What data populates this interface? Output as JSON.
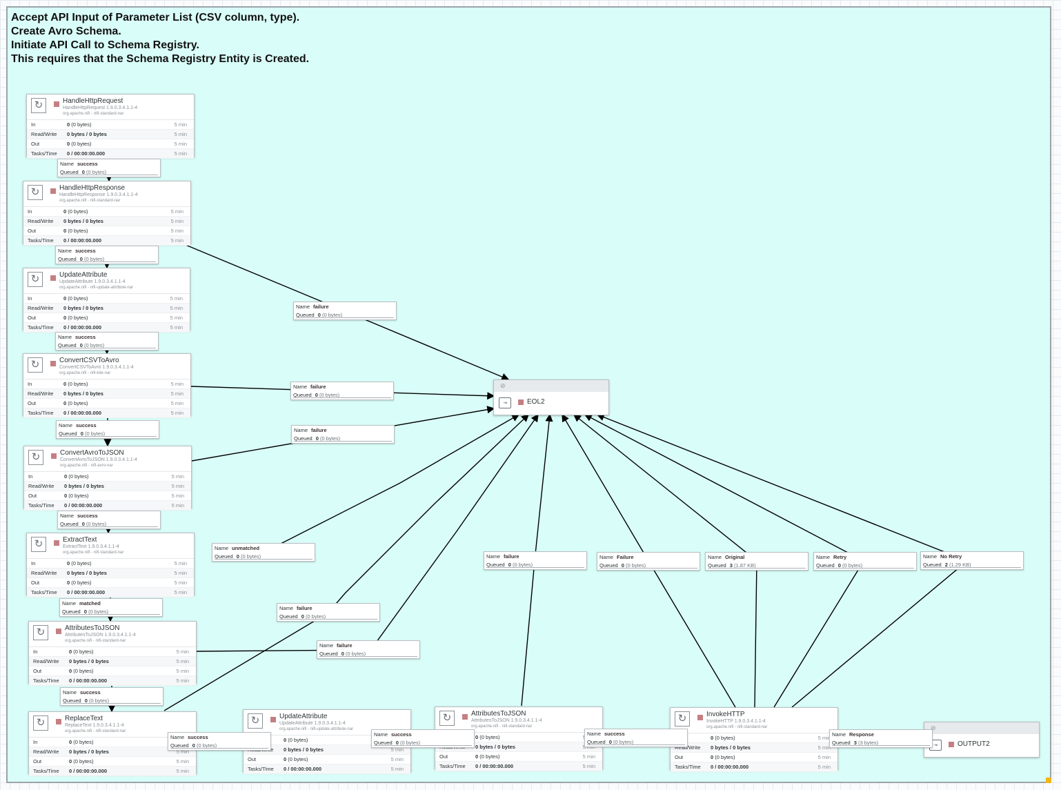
{
  "group": {
    "label_lines": [
      "Accept API Input of Parameter List (CSV column, type).",
      "Create Avro Schema.",
      "Initiate API Call to Schema Registry.",
      "This requires that the Schema Registry Entity is Created."
    ]
  },
  "stat_labels": {
    "in": "In",
    "rw": "Read/Write",
    "out": "Out",
    "tasks": "Tasks/Time",
    "window": "5 min"
  },
  "conn_labels": {
    "name": "Name",
    "queued": "Queued"
  },
  "processors": [
    {
      "name": "HandleHttpRequest",
      "type": "HandleHttpRequest 1.9.0.3.4.1.1-4",
      "bundle": "org.apache.nifi - nifi-standard-nar",
      "in_count": "0",
      "in_size": "(0 bytes)",
      "rw": "0 bytes / 0 bytes",
      "out_count": "0",
      "out_size": "(0 bytes)",
      "tasks": "0 / 00:00:00.000"
    },
    {
      "name": "HandleHttpResponse",
      "type": "HandleHttpResponse 1.9.0.3.4.1.1-4",
      "bundle": "org.apache.nifi - nifi-standard-nar",
      "in_count": "0",
      "in_size": "(0 bytes)",
      "rw": "0 bytes / 0 bytes",
      "out_count": "0",
      "out_size": "(0 bytes)",
      "tasks": "0 / 00:00:00.000"
    },
    {
      "name": "UpdateAttribute",
      "type": "UpdateAttribute 1.9.0.3.4.1.1-4",
      "bundle": "org.apache.nifi - nifi-update-attribute-nar",
      "in_count": "0",
      "in_size": "(0 bytes)",
      "rw": "0 bytes / 0 bytes",
      "out_count": "0",
      "out_size": "(0 bytes)",
      "tasks": "0 / 00:00:00.000"
    },
    {
      "name": "ConvertCSVToAvro",
      "type": "ConvertCSVToAvro 1.9.0.3.4.1.1-4",
      "bundle": "org.apache.nifi - nifi-kite-nar",
      "in_count": "0",
      "in_size": "(0 bytes)",
      "rw": "0 bytes / 0 bytes",
      "out_count": "0",
      "out_size": "(0 bytes)",
      "tasks": "0 / 00:00:00.000"
    },
    {
      "name": "ConvertAvroToJSON",
      "type": "ConvertAvroToJSON 1.9.0.3.4.1.1-4",
      "bundle": "org.apache.nifi - nifi-avro-nar",
      "in_count": "0",
      "in_size": "(0 bytes)",
      "rw": "0 bytes / 0 bytes",
      "out_count": "0",
      "out_size": "(0 bytes)",
      "tasks": "0 / 00:00:00.000"
    },
    {
      "name": "ExtractText",
      "type": "ExtractText 1.9.0.3.4.1.1-4",
      "bundle": "org.apache.nifi - nifi-standard-nar",
      "in_count": "0",
      "in_size": "(0 bytes)",
      "rw": "0 bytes / 0 bytes",
      "out_count": "0",
      "out_size": "(0 bytes)",
      "tasks": "0 / 00:00:00.000"
    },
    {
      "name": "AttributesToJSON",
      "type": "AttributesToJSON 1.9.0.3.4.1.1-4",
      "bundle": "org.apache.nifi - nifi-standard-nar",
      "in_count": "0",
      "in_size": "(0 bytes)",
      "rw": "0 bytes / 0 bytes",
      "out_count": "0",
      "out_size": "(0 bytes)",
      "tasks": "0 / 00:00:00.000"
    },
    {
      "name": "ReplaceText",
      "type": "ReplaceText 1.9.0.3.4.1.1-4",
      "bundle": "org.apache.nifi - nifi-standard-nar",
      "in_count": "0",
      "in_size": "(0 bytes)",
      "rw": "0 bytes / 0 bytes",
      "out_count": "0",
      "out_size": "(0 bytes)",
      "tasks": "0 / 00:00:00.000"
    },
    {
      "name": "UpdateAttribute",
      "type": "UpdateAttribute 1.9.0.3.4.1.1-4",
      "bundle": "org.apache.nifi - nifi-update-attribute-nar",
      "in_count": "0",
      "in_size": "(0 bytes)",
      "rw": "0 bytes / 0 bytes",
      "out_count": "0",
      "out_size": "(0 bytes)",
      "tasks": "0 / 00:00:00.000"
    },
    {
      "name": "AttributesToJSON",
      "type": "AttributesToJSON 1.9.0.3.4.1.1-4",
      "bundle": "org.apache.nifi - nifi-standard-nar",
      "in_count": "0",
      "in_size": "(0 bytes)",
      "rw": "0 bytes / 0 bytes",
      "out_count": "0",
      "out_size": "(0 bytes)",
      "tasks": "0 / 00:00:00.000"
    },
    {
      "name": "InvokeHTTP",
      "type": "InvokeHTTP 1.9.0.3.4.1.1-4",
      "bundle": "org.apache.nifi - nifi-standard-nar",
      "in_count": "0",
      "in_size": "(0 bytes)",
      "rw": "0 bytes / 0 bytes",
      "out_count": "0",
      "out_size": "(0 bytes)",
      "tasks": "0 / 00:00:00.000"
    }
  ],
  "ports": [
    {
      "name": "EOL2"
    },
    {
      "name": "OUTPUT2"
    }
  ],
  "connections": [
    {
      "rel": "success",
      "count": "0",
      "size": "(0 bytes)"
    },
    {
      "rel": "success",
      "count": "0",
      "size": "(0 bytes)"
    },
    {
      "rel": "success",
      "count": "0",
      "size": "(0 bytes)"
    },
    {
      "rel": "success",
      "count": "0",
      "size": "(0 bytes)"
    },
    {
      "rel": "success",
      "count": "0",
      "size": "(0 bytes)"
    },
    {
      "rel": "matched",
      "count": "0",
      "size": "(0 bytes)"
    },
    {
      "rel": "success",
      "count": "0",
      "size": "(0 bytes)"
    },
    {
      "rel": "failure",
      "count": "0",
      "size": "(0 bytes)"
    },
    {
      "rel": "failure",
      "count": "0",
      "size": "(0 bytes)"
    },
    {
      "rel": "failure",
      "count": "0",
      "size": "(0 bytes)"
    },
    {
      "rel": "unmatched",
      "count": "0",
      "size": "(0 bytes)"
    },
    {
      "rel": "failure",
      "count": "0",
      "size": "(0 bytes)"
    },
    {
      "rel": "failure",
      "count": "0",
      "size": "(0 bytes)"
    },
    {
      "rel": "failure",
      "count": "0",
      "size": "(0 bytes)"
    },
    {
      "rel": "Failure",
      "count": "0",
      "size": "(0 bytes)"
    },
    {
      "rel": "Original",
      "count": "3",
      "size": "(1.87 KB)"
    },
    {
      "rel": "Retry",
      "count": "0",
      "size": "(0 bytes)"
    },
    {
      "rel": "No Retry",
      "count": "2",
      "size": "(1.29 KB)"
    },
    {
      "rel": "success",
      "count": "0",
      "size": "(0 bytes)"
    },
    {
      "rel": "success",
      "count": "0",
      "size": "(0 bytes)"
    },
    {
      "rel": "success",
      "count": "0",
      "size": "(0 bytes)"
    },
    {
      "rel": "Response",
      "count": "3",
      "size": "(3 bytes)"
    }
  ]
}
